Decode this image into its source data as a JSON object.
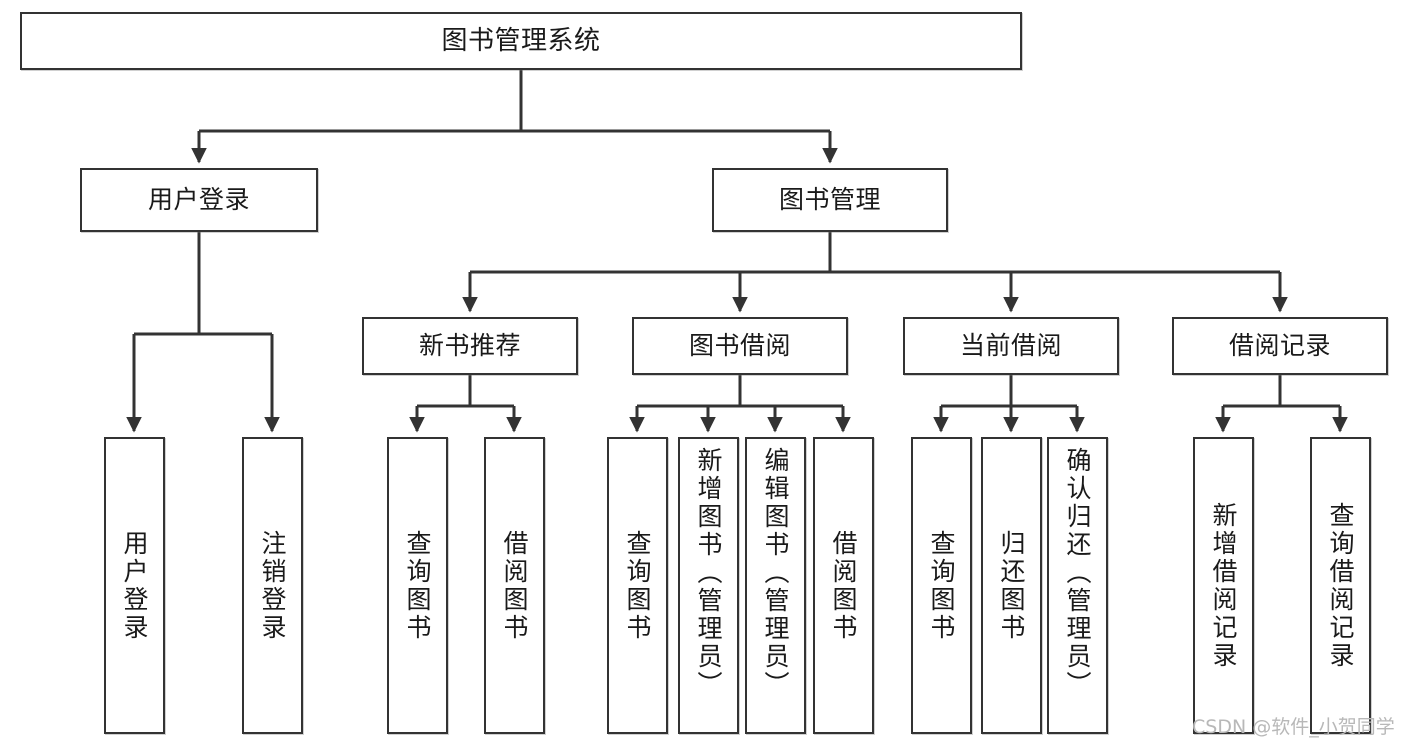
{
  "diagram": {
    "title": "图书管理系统",
    "type": "tree-hierarchy-diagram",
    "root": {
      "id": "root",
      "label": "图书管理系统"
    },
    "level2": [
      {
        "id": "user-login",
        "label": "用户登录"
      },
      {
        "id": "book-manage",
        "label": "图书管理"
      }
    ],
    "level3": [
      {
        "id": "new-book-rec",
        "label": "新书推荐"
      },
      {
        "id": "book-borrow",
        "label": "图书借阅"
      },
      {
        "id": "current-borrow",
        "label": "当前借阅"
      },
      {
        "id": "borrow-record",
        "label": "借阅记录"
      }
    ],
    "leaves": {
      "user_login": [
        {
          "id": "leaf-user-login",
          "label": "用户登录"
        },
        {
          "id": "leaf-logout-login",
          "label": "注销登录"
        }
      ],
      "new_book_rec": [
        {
          "id": "leaf-query-book-1",
          "label": "查询图书"
        },
        {
          "id": "leaf-borrow-book-1",
          "label": "借阅图书"
        }
      ],
      "book_borrow": [
        {
          "id": "leaf-query-book-2",
          "label": "查询图书"
        },
        {
          "id": "leaf-add-book",
          "label": "新增图书（管理员）"
        },
        {
          "id": "leaf-edit-book",
          "label": "编辑图书（管理员）"
        },
        {
          "id": "leaf-borrow-book-2",
          "label": "借阅图书"
        }
      ],
      "current_borrow": [
        {
          "id": "leaf-query-book-3",
          "label": "查询图书"
        },
        {
          "id": "leaf-return-book",
          "label": "归还图书"
        },
        {
          "id": "leaf-confirm-return",
          "label": "确认归还（管理员）"
        }
      ],
      "borrow_record": [
        {
          "id": "leaf-add-record",
          "label": "新增借阅记录"
        },
        {
          "id": "leaf-query-record",
          "label": "查询借阅记录"
        }
      ]
    },
    "colors": {
      "stroke": "#333333",
      "fill": "#ffffff",
      "text": "#1a1a1a",
      "watermark": "#b8b8b8"
    }
  },
  "watermark": {
    "text": "CSDN @软件_小贺同学"
  }
}
